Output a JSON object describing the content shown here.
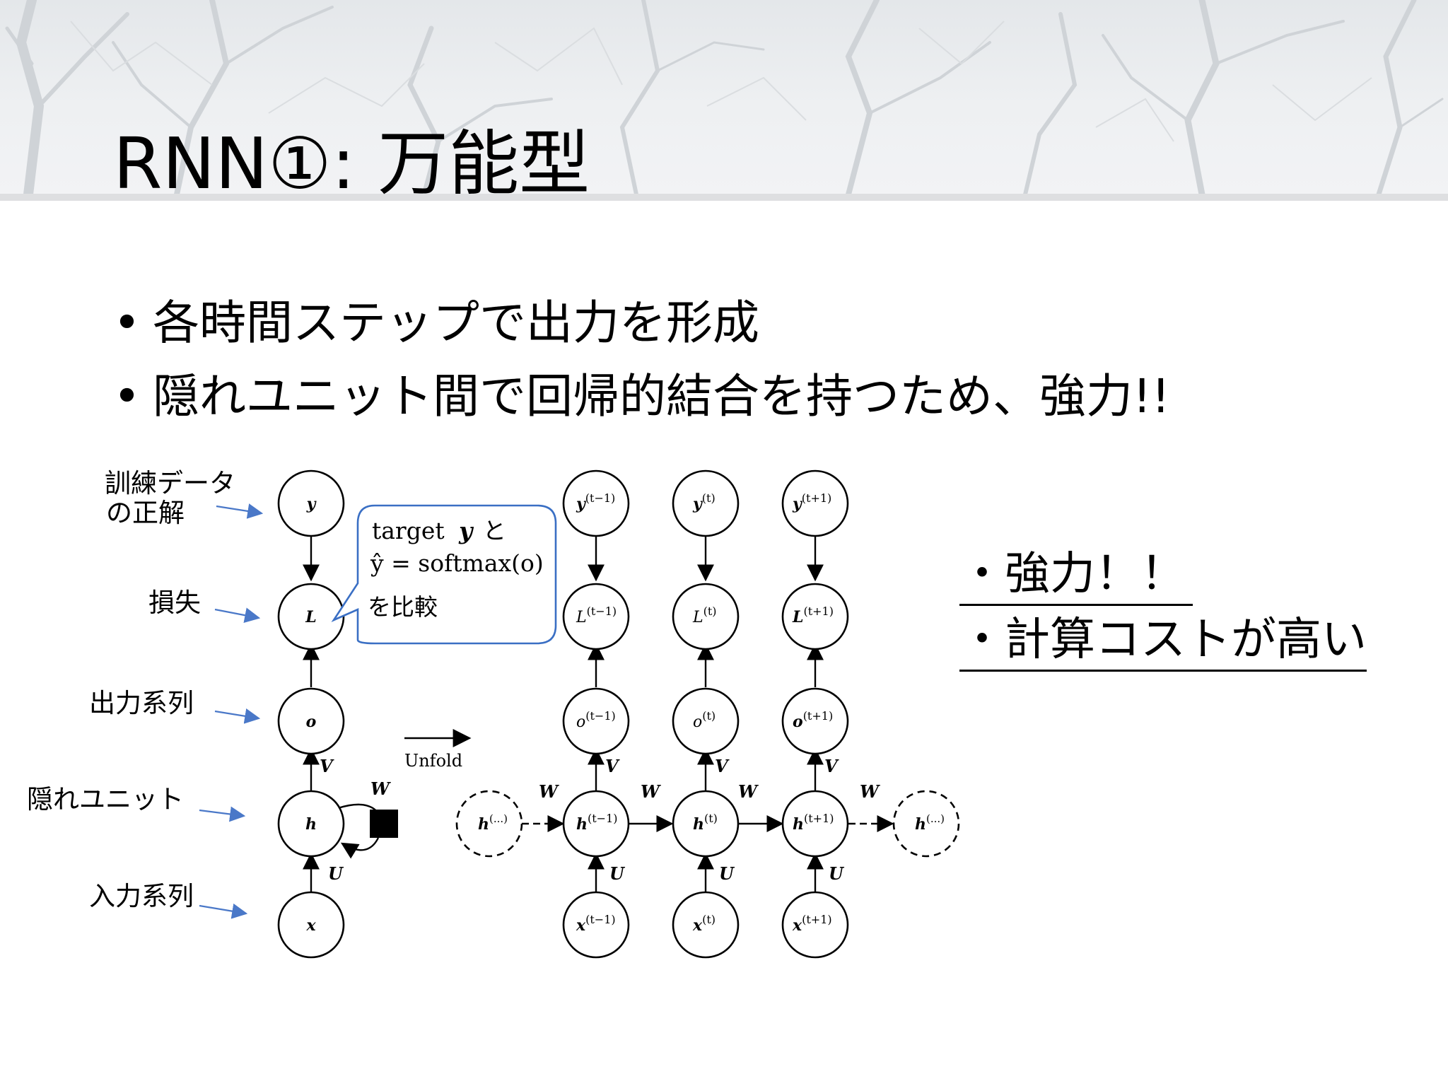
{
  "slide": {
    "title": "RNN①: 万能型",
    "bullets": [
      "各時間ステップで出力を形成",
      "隠れユニット間で回帰的結合を持つため、強力!!"
    ],
    "bullet_glyph": "•"
  },
  "diagram": {
    "left_labels": {
      "training_line1": "訓練データ",
      "training_line2": "の正解",
      "loss": "損失",
      "output": "出力系列",
      "hidden": "隠れユニット",
      "input": "入力系列"
    },
    "folded_nodes": {
      "y": "y",
      "L": "L",
      "o": "o",
      "h": "h",
      "x": "x"
    },
    "edge_labels": {
      "V": "V",
      "U": "U",
      "W": "W"
    },
    "callout": {
      "line1_text": "target",
      "line1_var": "y",
      "line1_jp": "と",
      "line2": "ŷ = softmax(o)",
      "line3": "を比較"
    },
    "unfold_label": "Unfold",
    "unfolded": {
      "y": [
        "y",
        "y",
        "y"
      ],
      "L": [
        "L",
        "L",
        "L"
      ],
      "o": [
        "o",
        "o",
        "o"
      ],
      "h": [
        "h",
        "h",
        "h"
      ],
      "x": [
        "x",
        "x",
        "x"
      ],
      "sup": [
        "(t−1)",
        "(t)",
        "(t+1)"
      ],
      "edge_sides": "h",
      "edge_sup": "(...)"
    }
  },
  "notes": {
    "line1": "・強力！！",
    "line2": "・計算コストが高い"
  },
  "colors": {
    "callout_border": "#3a6fc4",
    "label_arrow": "#4a78c8"
  }
}
